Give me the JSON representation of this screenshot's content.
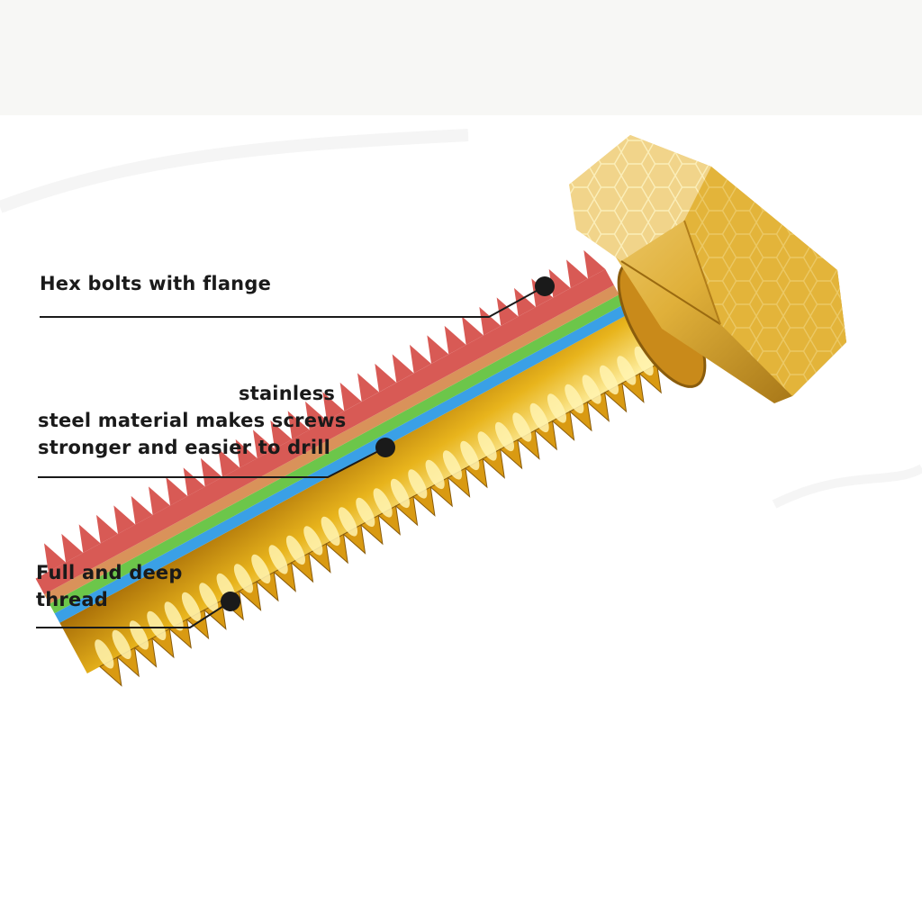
{
  "callouts": {
    "hex": {
      "line1": "Hex bolts with flange"
    },
    "stainless": {
      "line1": "stainless",
      "line2": "steel material makes screws",
      "line3": "stronger and easier to drill"
    },
    "thread": {
      "line1": "Full and deep",
      "line2": "thread"
    }
  },
  "colors": {
    "top_band": "#f7f7f5",
    "gold": "#e8b41c",
    "gold_light": "#ffe68a",
    "blue_stripe": "#3aa0e6",
    "green_stripe": "#6cc64a",
    "orange_stripe": "#d9925a",
    "red_teeth": "#d85a55",
    "callout_ink": "#1a1a1a"
  },
  "icons": [
    "hex-bolt-icon",
    "callout-dot-icon"
  ]
}
